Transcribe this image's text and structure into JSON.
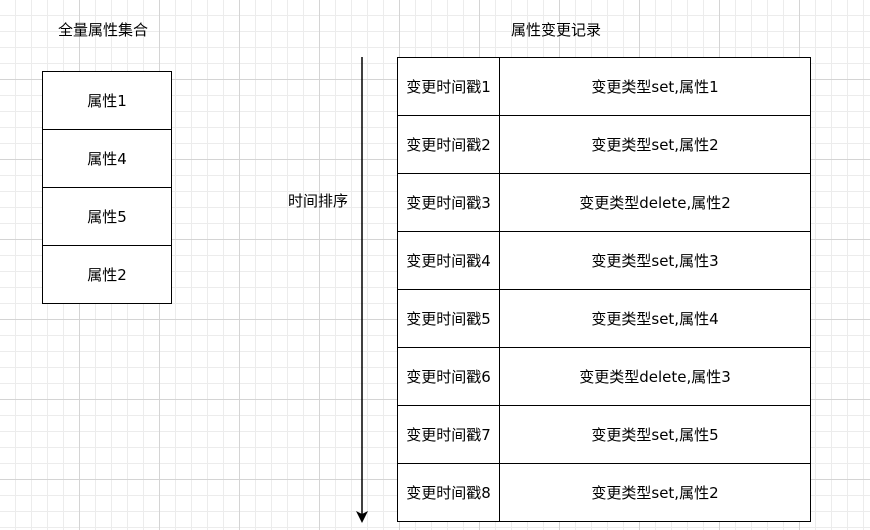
{
  "left_title": "全量属性集合",
  "right_title": "属性变更记录",
  "axis_label": "时间排序",
  "attribute_set": [
    "属性1",
    "属性4",
    "属性5",
    "属性2"
  ],
  "change_log": [
    {
      "timestamp": "变更时间戳1",
      "change": "变更类型set,属性1"
    },
    {
      "timestamp": "变更时间戳2",
      "change": "变更类型set,属性2"
    },
    {
      "timestamp": "变更时间戳3",
      "change": "变更类型delete,属性2"
    },
    {
      "timestamp": "变更时间戳4",
      "change": "变更类型set,属性3"
    },
    {
      "timestamp": "变更时间戳5",
      "change": "变更类型set,属性4"
    },
    {
      "timestamp": "变更时间戳6",
      "change": "变更类型delete,属性3"
    },
    {
      "timestamp": "变更时间戳7",
      "change": "变更类型set,属性5"
    },
    {
      "timestamp": "变更时间戳8",
      "change": "变更类型set,属性2"
    }
  ]
}
